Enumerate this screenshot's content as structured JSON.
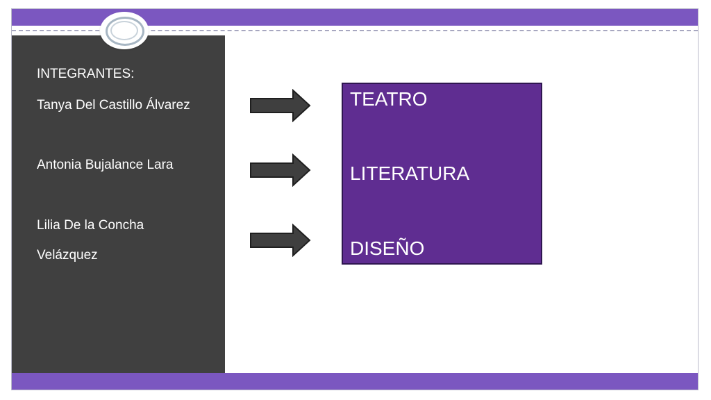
{
  "theme": {
    "accent": "#7b57c0",
    "panel": "#404040",
    "box": "#5f2d91",
    "arrow": "#3f3f3f"
  },
  "members": {
    "heading": "INTEGRANTES:",
    "line_1": "Tanya Del Castillo Álvarez",
    "line_2": "Antonia Bujalance Lara",
    "line_3": "Lilia De la Concha",
    "line_4": "Velázquez"
  },
  "subjects": {
    "item_1": "TEATRO",
    "item_2": "LITERATURA",
    "item_3": "DISEÑO"
  },
  "icons": {
    "arrow": "right-arrow-icon",
    "medallion": "oval-medallion-icon"
  }
}
